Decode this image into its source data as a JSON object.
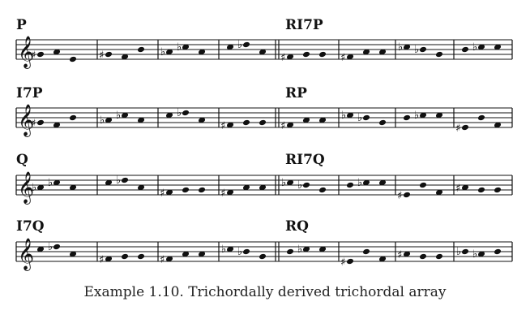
{
  "systems": [
    {
      "left_label": "P",
      "right_label": "RI7P"
    },
    {
      "left_label": "I7P",
      "right_label": "RP"
    },
    {
      "left_label": "Q",
      "right_label": "RI7Q"
    },
    {
      "left_label": "I7Q",
      "right_label": "RQ"
    }
  ],
  "caption": "Example 1.10.   Trichordally derived trichordal array",
  "icons": {
    "clef": "treble-clef-icon",
    "sharp": "sharp-icon",
    "flat": "flat-icon"
  },
  "colors": {
    "ink": "#111111",
    "background": "#ffffff"
  }
}
